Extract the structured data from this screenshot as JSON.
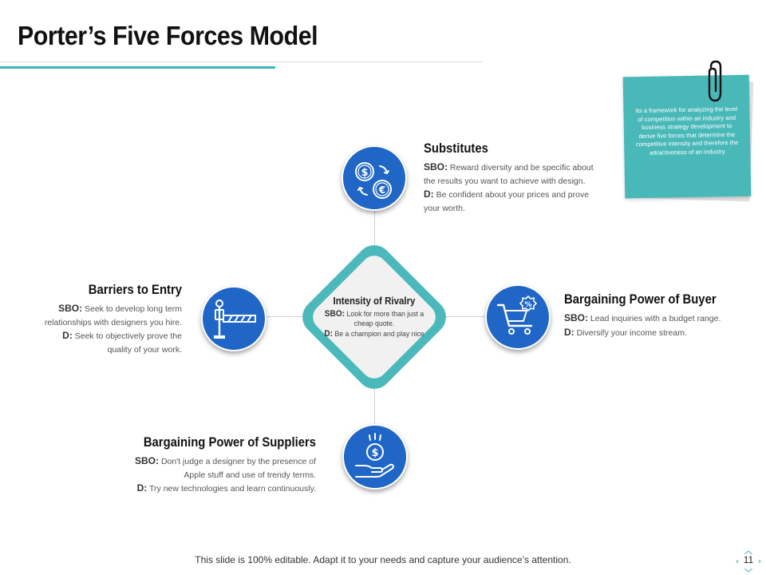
{
  "title": "Porter’s Five Forces Model",
  "center": {
    "title": "Intensity of Rivalry",
    "sbo_label": "SBO:",
    "sbo_text": "Look for more than just a cheap quote.",
    "d_label": "D:",
    "d_text": "Be a champion and play nice"
  },
  "forces": {
    "substitutes": {
      "title": "Substitutes",
      "sbo_label": "SBO:",
      "sbo_text": "Reward diversity and be specific about the results you want to achieve with design.",
      "d_label": "D:",
      "d_text": "Be confident about your prices and prove your worth."
    },
    "barriers": {
      "title": "Barriers to Entry",
      "sbo_label": "SBO:",
      "sbo_text": "Seek to develop long term relationships with designers you hire.",
      "d_label": "D:",
      "d_text": "Seek to objectively prove the quality of your work."
    },
    "buyer": {
      "title": "Bargaining Power of Buyer",
      "sbo_label": "SBO:",
      "sbo_text": "Lead inquiries with a budget range.",
      "d_label": "D:",
      "d_text": "Diversify your income stream."
    },
    "suppliers": {
      "title": "Bargaining Power of Suppliers",
      "sbo_label": "SBO:",
      "sbo_text": "Don't judge a designer by the presence of Apple stuff and use of trendy terms.",
      "d_label": "D:",
      "d_text": "Try new technologies and learn continuously."
    }
  },
  "note": {
    "text": "Its a framework for analyzing the level of competition within an industry and business strategy development to derive five forces that determine the competitive intensity and therefore the attractiveness of an industry"
  },
  "footer": {
    "text": "This slide is 100% editable. Adapt it to your needs and capture your audience’s attention.",
    "page_number": "11"
  },
  "icons": {
    "substitutes": "currency-exchange-icon",
    "barriers": "barrier-gate-icon",
    "buyer": "shopping-cart-discount-icon",
    "suppliers": "hand-coin-icon",
    "note": "paperclip-icon"
  },
  "colors": {
    "accent_teal": "#3bb7bb",
    "icon_blue": "#1f66c6",
    "note_teal": "#49b8b9"
  }
}
